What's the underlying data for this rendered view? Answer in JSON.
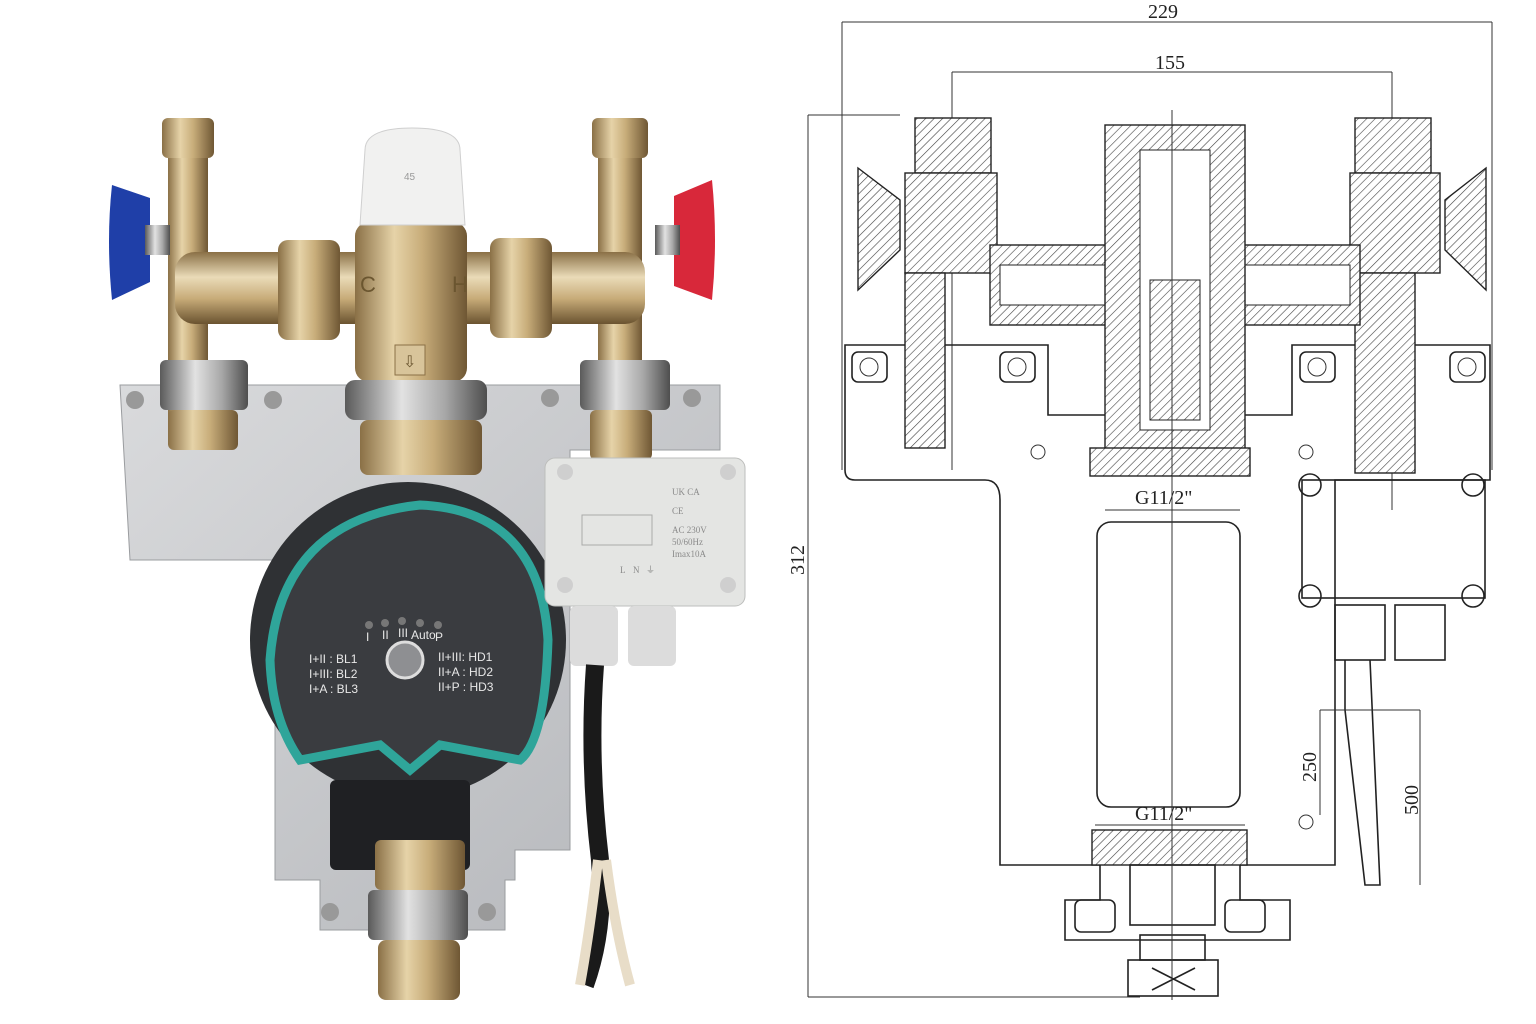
{
  "photo": {
    "valve_scale_label": "45",
    "cold_mark": "C",
    "hot_mark": "H",
    "pump": {
      "speed_indicators": [
        "I",
        "II",
        "III",
        "Auto",
        "P"
      ],
      "modes_left": [
        "I+II : BL1",
        "I+III: BL2",
        "I+A : BL3"
      ],
      "modes_right": [
        "II+III: HD1",
        "II+A : HD2",
        "II+P : HD3"
      ],
      "accent_color": "#2fa59a"
    },
    "junction_box": {
      "ukca": "UK CA",
      "ce": "CE",
      "voltage": "AC 230V",
      "frequency": "50/60Hz",
      "current": "Imax10A",
      "terminals": [
        "L",
        "N",
        "⏚"
      ]
    },
    "handle_colors": {
      "cold": "#1f3fa8",
      "hot": "#d8283a"
    }
  },
  "drawing": {
    "overall_width": "229",
    "port_spacing": "155",
    "overall_height": "312",
    "thread_top": "G11/2\"",
    "thread_bottom": "G11/2\"",
    "cable_short": "250",
    "cable_long": "500"
  }
}
